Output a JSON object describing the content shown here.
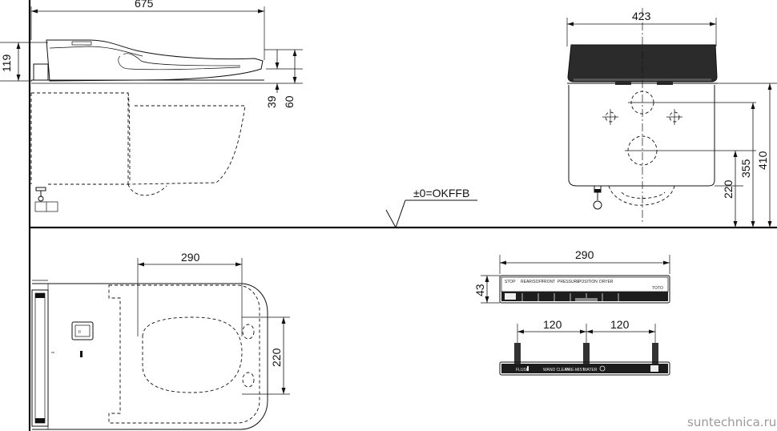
{
  "dimensions": {
    "side_length": "675",
    "side_height": "119",
    "side_seat_gap": "39",
    "side_seat_height": "60",
    "front_width": "423",
    "front_h220": "220",
    "front_h355": "355",
    "front_h410": "410",
    "floor_ref": "±0=OKFFB",
    "top_width": "290",
    "top_depth": "220",
    "panel_width": "290",
    "panel_height": "43",
    "mount_spacing_left": "120",
    "mount_spacing_right": "120"
  },
  "panel_labels": {
    "stop": "STOP",
    "rear_soft": "REAR/SOFT",
    "front": "FRONT",
    "pressure": "PRESSURE",
    "position": "POSITION",
    "dryer": "DRYER",
    "brand": "TOTO"
  },
  "mount_labels": [
    "FLUSH",
    "WAND CLEAN",
    "PRE-MIST",
    "WATER"
  ],
  "watermark": "suntechnica.ru"
}
